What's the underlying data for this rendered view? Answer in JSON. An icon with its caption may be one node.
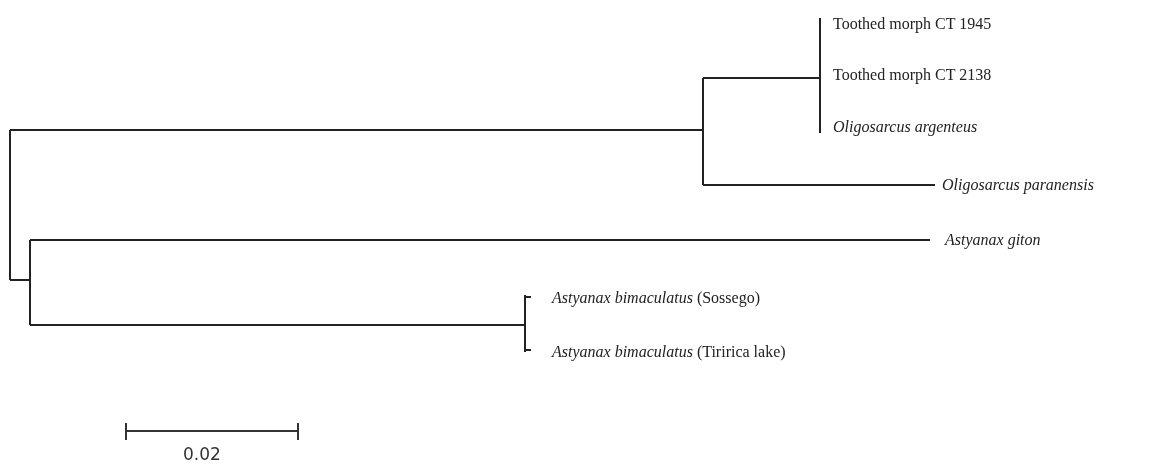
{
  "diagram": {
    "labels": [
      "Toothed morph CT 1945",
      "Toothed morph CT 2138",
      "Oligosarcus argenteus",
      "Oligosarcus paranensis",
      "Astyanax giton",
      "*Astyanax bimaculatus* (Sossego)",
      "*Astyanax bimaculatus* (Tiririca lake)",
      "0.02"
    ]
  }
}
